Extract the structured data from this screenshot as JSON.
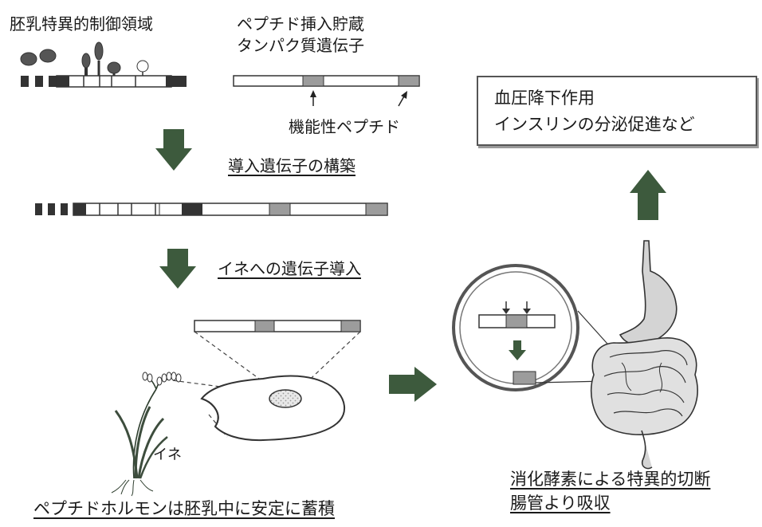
{
  "labels": {
    "regulatory_region": "胚乳特異的制御領域",
    "storage_gene_line1": "ペプチド挿入貯蔵",
    "storage_gene_line2": "タンパク質遺伝子",
    "functional_peptide": "機能性ペプチド",
    "construct_step": "導入遺伝子の構築",
    "transformation_step": "イネへの遺伝子導入",
    "rice_label": "イネ",
    "accumulation": "ペプチドホルモンは胚乳中に安定に蓄積",
    "digestion_line1": "消化酵素による特異的切断",
    "digestion_line2": "腸管より吸収"
  },
  "effect_box": {
    "line1": "血圧降下作用",
    "line2": "インスリンの分泌促進など"
  },
  "colors": {
    "arrow": "#3d5a3d",
    "dark_block": "#333333",
    "peptide_block": "#9c9c9c",
    "outline": "#333333"
  },
  "icons": [
    "transcription-factor-icon",
    "rice-plant-icon",
    "rice-grain-icon",
    "digestive-tract-icon",
    "magnifier-circle-icon"
  ]
}
